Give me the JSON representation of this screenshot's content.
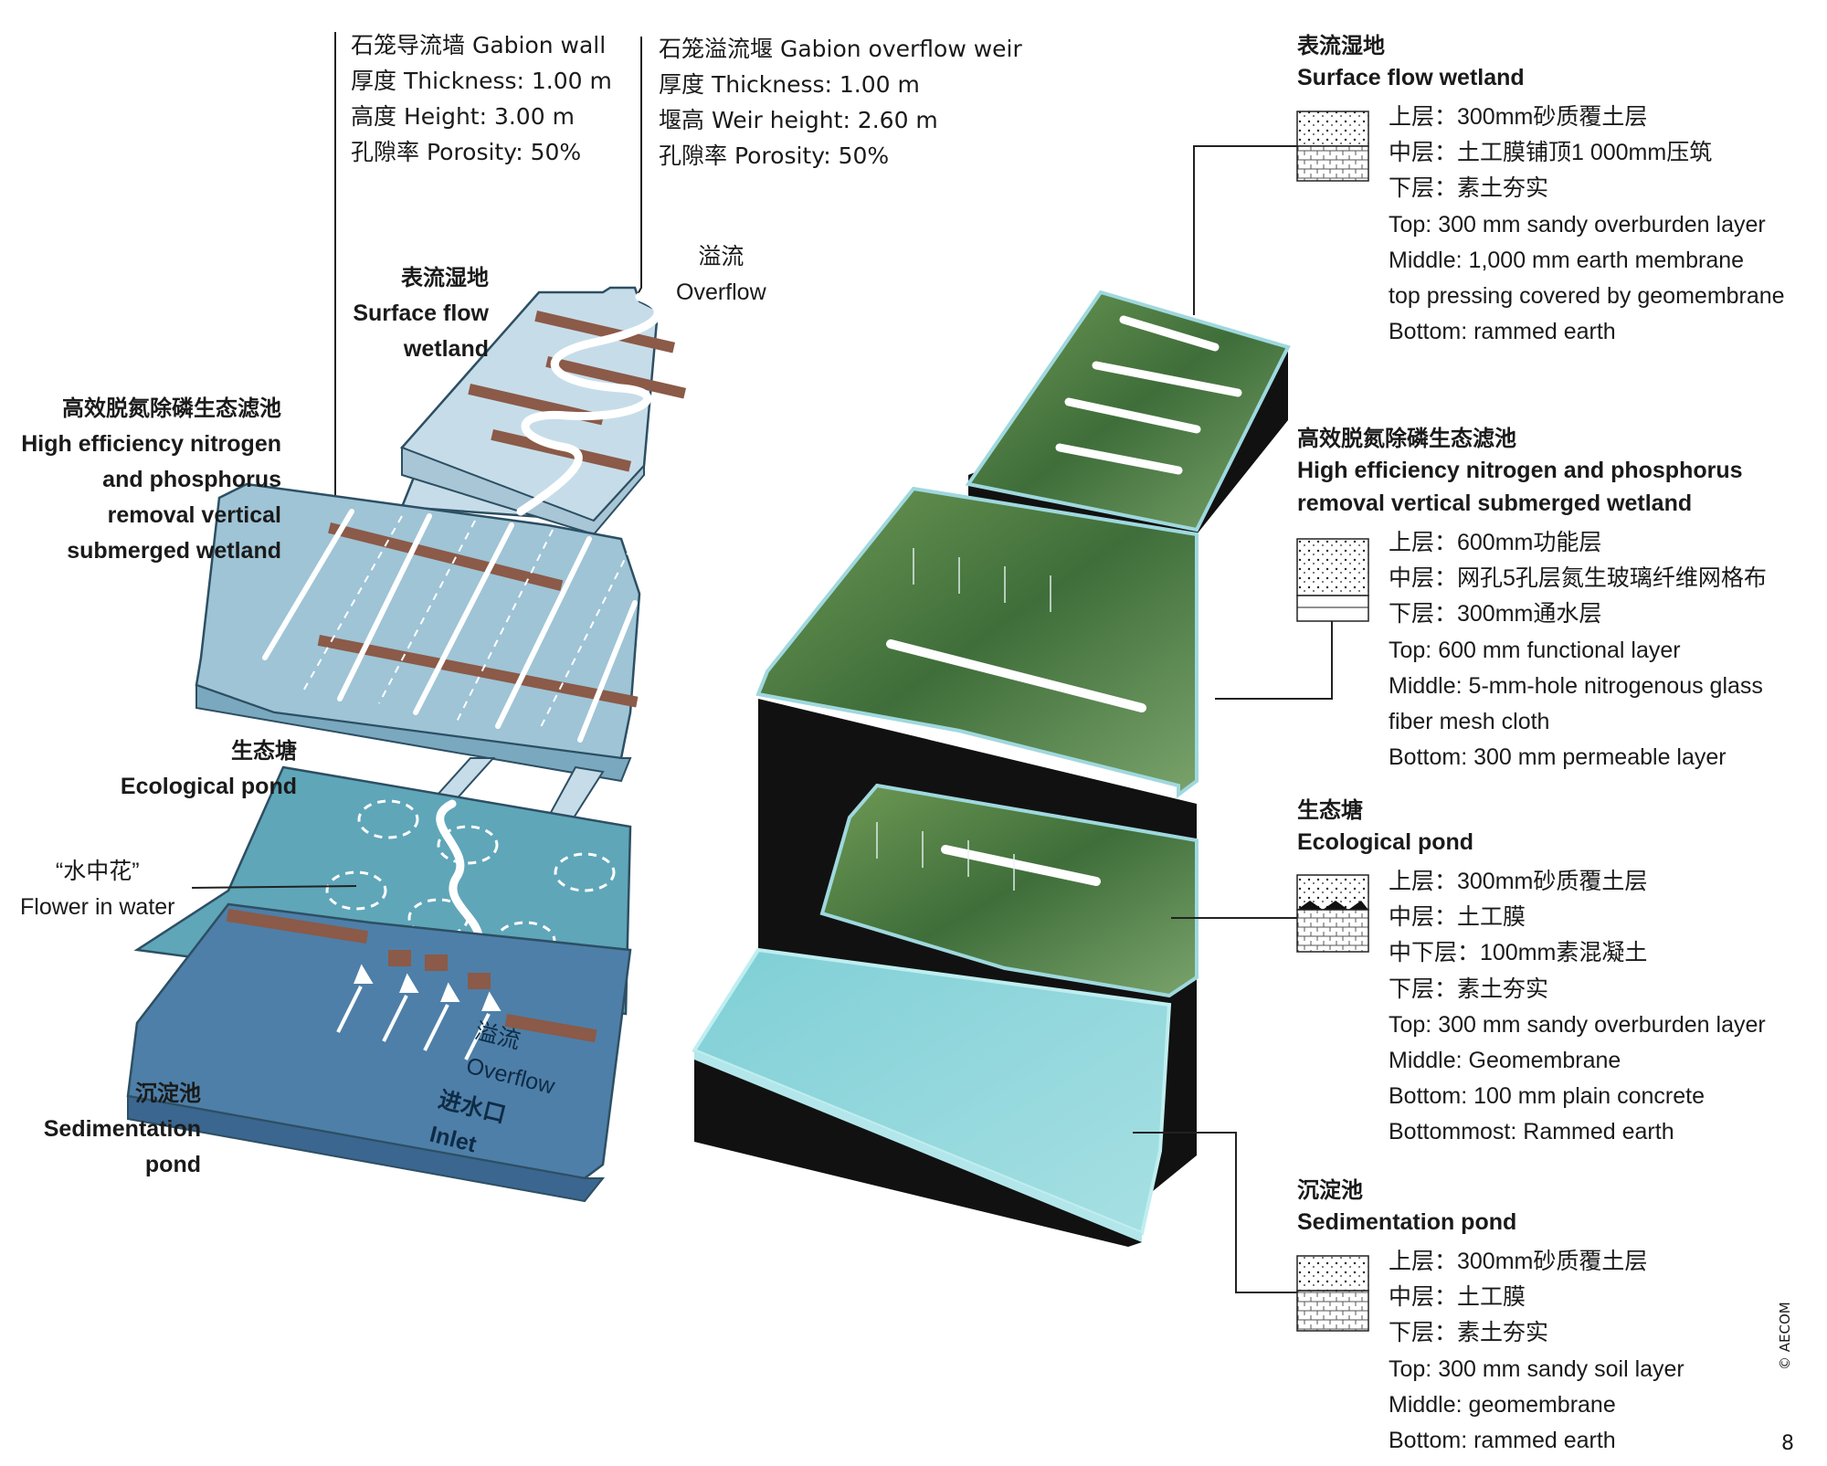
{
  "gabion_wall": [
    "石笼导流墙  Gabion wall",
    "厚度 Thickness:  1.00 m",
    "高度 Height:  3.00 m",
    "孔隙率 Porosity:  50%"
  ],
  "gabion_weir": [
    "石笼溢流堰  Gabion overflow weir",
    "厚度 Thickness: 1.00 m",
    "堰高 Weir height: 2.60 m",
    "孔隙率 Porosity: 50%"
  ],
  "left_labels": {
    "surface": {
      "cn": "表流湿地",
      "en": [
        "Surface flow",
        "wetland"
      ]
    },
    "overflow_top": [
      "溢流",
      "Overflow"
    ],
    "vertical": {
      "cn": "高效脱氮除磷生态滤池",
      "en": [
        "High efficiency nitrogen",
        "and phosphorus",
        "removal vertical",
        "submerged wetland"
      ]
    },
    "eco_pond": {
      "cn": "生态塘",
      "en": "Ecological pond"
    },
    "flower": [
      "“水中花”",
      "Flower in water"
    ],
    "sedimentation": {
      "cn": "沉淀池",
      "en": [
        "Sedimentation",
        "pond"
      ]
    },
    "overflow_bottom": [
      "溢流",
      "Overflow"
    ],
    "inlet": [
      "进水口",
      "Inlet"
    ]
  },
  "legend": [
    {
      "cn": "表流湿地",
      "en": "Surface flow wetland",
      "lines": [
        "上层：300mm砂质覆土层",
        "中层：土工膜铺顶1 000mm压筑",
        "下层：素土夯实",
        "Top: 300 mm sandy overburden layer",
        "Middle: 1,000 mm earth membrane",
        "top pressing covered by geomembrane",
        "Bottom: rammed earth"
      ]
    },
    {
      "cn": "高效脱氮除磷生态滤池",
      "en": [
        "High efficiency nitrogen and phosphorus",
        "removal vertical submerged wetland"
      ],
      "lines": [
        "上层：600mm功能层",
        "中层：网孔5孔层氮生玻璃纤维网格布",
        "下层：300mm通水层",
        "Top: 600 mm functional layer",
        "Middle: 5-mm-hole nitrogenous glass",
        "fiber mesh cloth",
        "Bottom: 300 mm permeable layer"
      ]
    },
    {
      "cn": "生态塘",
      "en": "Ecological pond",
      "lines": [
        "上层：300mm砂质覆土层",
        "中层：土工膜",
        "中下层：100mm素混凝土",
        "下层：素土夯实",
        "Top: 300 mm sandy overburden layer",
        "Middle: Geomembrane",
        "Bottom: 100 mm plain concrete",
        "Bottommost: Rammed earth"
      ]
    },
    {
      "cn": "沉淀池",
      "en": "Sedimentation pond",
      "lines": [
        "上层：300mm砂质覆土层",
        "中层：土工膜",
        "下层：素土夯实",
        "Top: 300 mm sandy soil layer",
        "Middle: geomembrane",
        "Bottom: rammed earth"
      ]
    }
  ],
  "credit": "© AECOM",
  "page_number": "8",
  "colors": {
    "surface": "#cfe3ee",
    "filter": "#9ec4d6",
    "eco": "#5fa6b9",
    "sed": "#4e7fa8",
    "gabion": "#8b5a48",
    "vegetation": "#4f7d3e",
    "water": "#8fd3d9",
    "base": "#111111"
  }
}
